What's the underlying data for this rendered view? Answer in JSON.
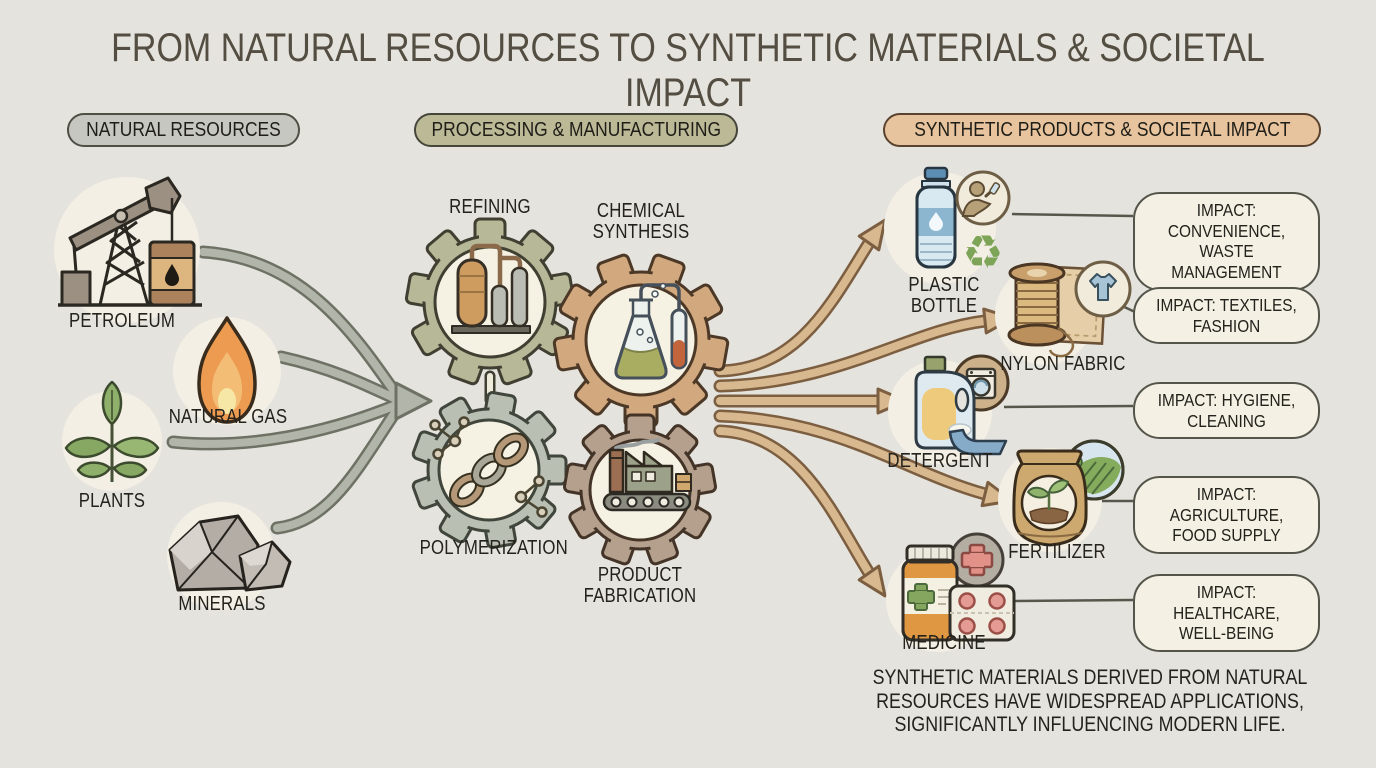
{
  "title": "FROM NATURAL RESOURCES TO SYNTHETIC MATERIALS & SOCIETAL IMPACT",
  "columns": {
    "resources": {
      "header": "NATURAL RESOURCES",
      "items": [
        {
          "label": "PETROLEUM",
          "icon": "oil-pump-icon"
        },
        {
          "label": "NATURAL GAS",
          "icon": "flame-icon"
        },
        {
          "label": "PLANTS",
          "icon": "plant-icon"
        },
        {
          "label": "MINERALS",
          "icon": "rocks-icon"
        }
      ]
    },
    "processing": {
      "header": "PROCESSING & MANUFACTURING",
      "steps": [
        {
          "label": "REFINING",
          "icon": "refinery-icon"
        },
        {
          "label": "CHEMICAL SYNTHESIS",
          "icon": "flask-icon"
        },
        {
          "label": "POLYMERIZATION",
          "icon": "polymer-chain-icon"
        },
        {
          "label": "PRODUCT FABRICATION",
          "icon": "factory-icon"
        }
      ]
    },
    "products": {
      "header": "SYNTHETIC PRODUCTS & SOCIETAL IMPACT",
      "items": [
        {
          "label": "PLASTIC BOTTLE",
          "icon": "plastic-bottle-icon",
          "impact": "IMPACT: CONVENIENCE, WASTE MANAGEMENT"
        },
        {
          "label": "NYLON FABRIC",
          "icon": "nylon-spool-icon",
          "impact": "IMPACT: TEXTILES, FASHION"
        },
        {
          "label": "DETERGENT",
          "icon": "detergent-jug-icon",
          "impact": "IMPACT: HYGIENE, CLEANING"
        },
        {
          "label": "FERTILIZER",
          "icon": "fertilizer-bag-icon",
          "impact": "IMPACT: AGRICULTURE, FOOD SUPPLY"
        },
        {
          "label": "MEDICINE",
          "icon": "medicine-bottle-icon",
          "impact": "IMPACT: HEALTHCARE, WELL-BEING"
        }
      ]
    }
  },
  "footer": "SYNTHETIC MATERIALS DERIVED FROM NATURAL RESOURCES HAVE WIDESPREAD APPLICATIONS, SIGNIFICANTLY INFLUENCING MODERN LIFE.",
  "colors": {
    "background": "#e5e3de",
    "titleColor": "#544e42",
    "textColor": "#24221c",
    "resourceHeaderBg": "#c7c7c1",
    "processingHeaderBg": "#bcb996",
    "productsHeaderBg": "#e8c49e",
    "impactPillBg": "#f4f1e4",
    "grayArrow": "#b2b6aa",
    "grayArrowEdge": "#6e7265",
    "tanArrow": "#d8b88e",
    "tanArrowEdge": "#7c5e40",
    "circleBg": "#f3efe4"
  }
}
